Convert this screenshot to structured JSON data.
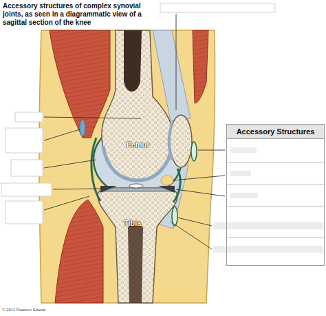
{
  "diagram": {
    "title": "Accessory structures of complex synovial joints, as seen in a diagrammatic view of a sagittal section of the knee",
    "nodes": [
      {
        "text": [
          "Accessory Structures"
        ]
      }
    ],
    "labels": [
      "Femur",
      "Tibia",
      "© 2011 Pearson Educat"
    ]
  }
}
